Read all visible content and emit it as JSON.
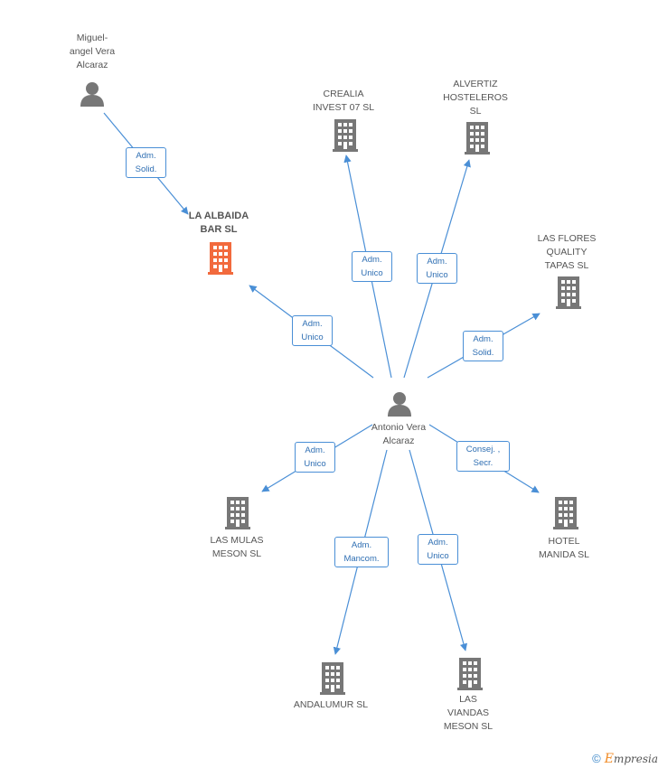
{
  "colors": {
    "edge": "#4a8fd6",
    "company": "#777777",
    "focus_company": "#f26a3d",
    "person": "#777777"
  },
  "nodes": {
    "miguel": {
      "label_lines": [
        "Miguel-",
        "angel Vera",
        "Alcaraz"
      ],
      "icon": "person-icon"
    },
    "antonio": {
      "label_lines": [
        "Antonio Vera",
        "Alcaraz"
      ],
      "icon": "person-icon"
    },
    "la_albaida": {
      "label_lines": [
        "LA ALBAIDA",
        "BAR SL"
      ],
      "icon": "building-icon"
    },
    "crealia": {
      "label_lines": [
        "CREALIA",
        "INVEST 07 SL"
      ],
      "icon": "building-icon"
    },
    "alvertiz": {
      "label_lines": [
        "ALVERTIZ",
        "HOSTELEROS",
        "SL"
      ],
      "icon": "building-icon"
    },
    "las_flores": {
      "label_lines": [
        "LAS FLORES",
        "QUALITY",
        "TAPAS SL"
      ],
      "icon": "building-icon"
    },
    "las_mulas": {
      "label_lines": [
        "LAS MULAS",
        "MESON SL"
      ],
      "icon": "building-icon"
    },
    "hotel_manida": {
      "label_lines": [
        "HOTEL",
        "MANIDA  SL"
      ],
      "icon": "building-icon"
    },
    "andalumur": {
      "label_lines": [
        "ANDALUMUR SL"
      ],
      "icon": "building-icon"
    },
    "las_viandas": {
      "label_lines": [
        "LAS",
        "VIANDAS",
        "MESON SL"
      ],
      "icon": "building-icon"
    }
  },
  "edges": {
    "miguel_albaida": {
      "label_lines": [
        "Adm.",
        "Solid."
      ]
    },
    "antonio_albaida": {
      "label_lines": [
        "Adm.",
        "Unico"
      ]
    },
    "antonio_crealia": {
      "label_lines": [
        "Adm.",
        "Unico"
      ]
    },
    "antonio_alvertiz": {
      "label_lines": [
        "Adm.",
        "Unico"
      ]
    },
    "antonio_flores": {
      "label_lines": [
        "Adm.",
        "Solid."
      ]
    },
    "antonio_mulas": {
      "label_lines": [
        "Adm.",
        "Unico"
      ]
    },
    "antonio_hotel": {
      "label_lines": [
        "Consej. ,",
        "Secr."
      ]
    },
    "antonio_andalumur": {
      "label_lines": [
        "Adm.",
        "Mancom."
      ]
    },
    "antonio_viandas": {
      "label_lines": [
        "Adm.",
        "Unico"
      ]
    }
  },
  "footer": {
    "copyright_symbol": "©",
    "brand_initial": "E",
    "brand_rest": "mpresia"
  }
}
